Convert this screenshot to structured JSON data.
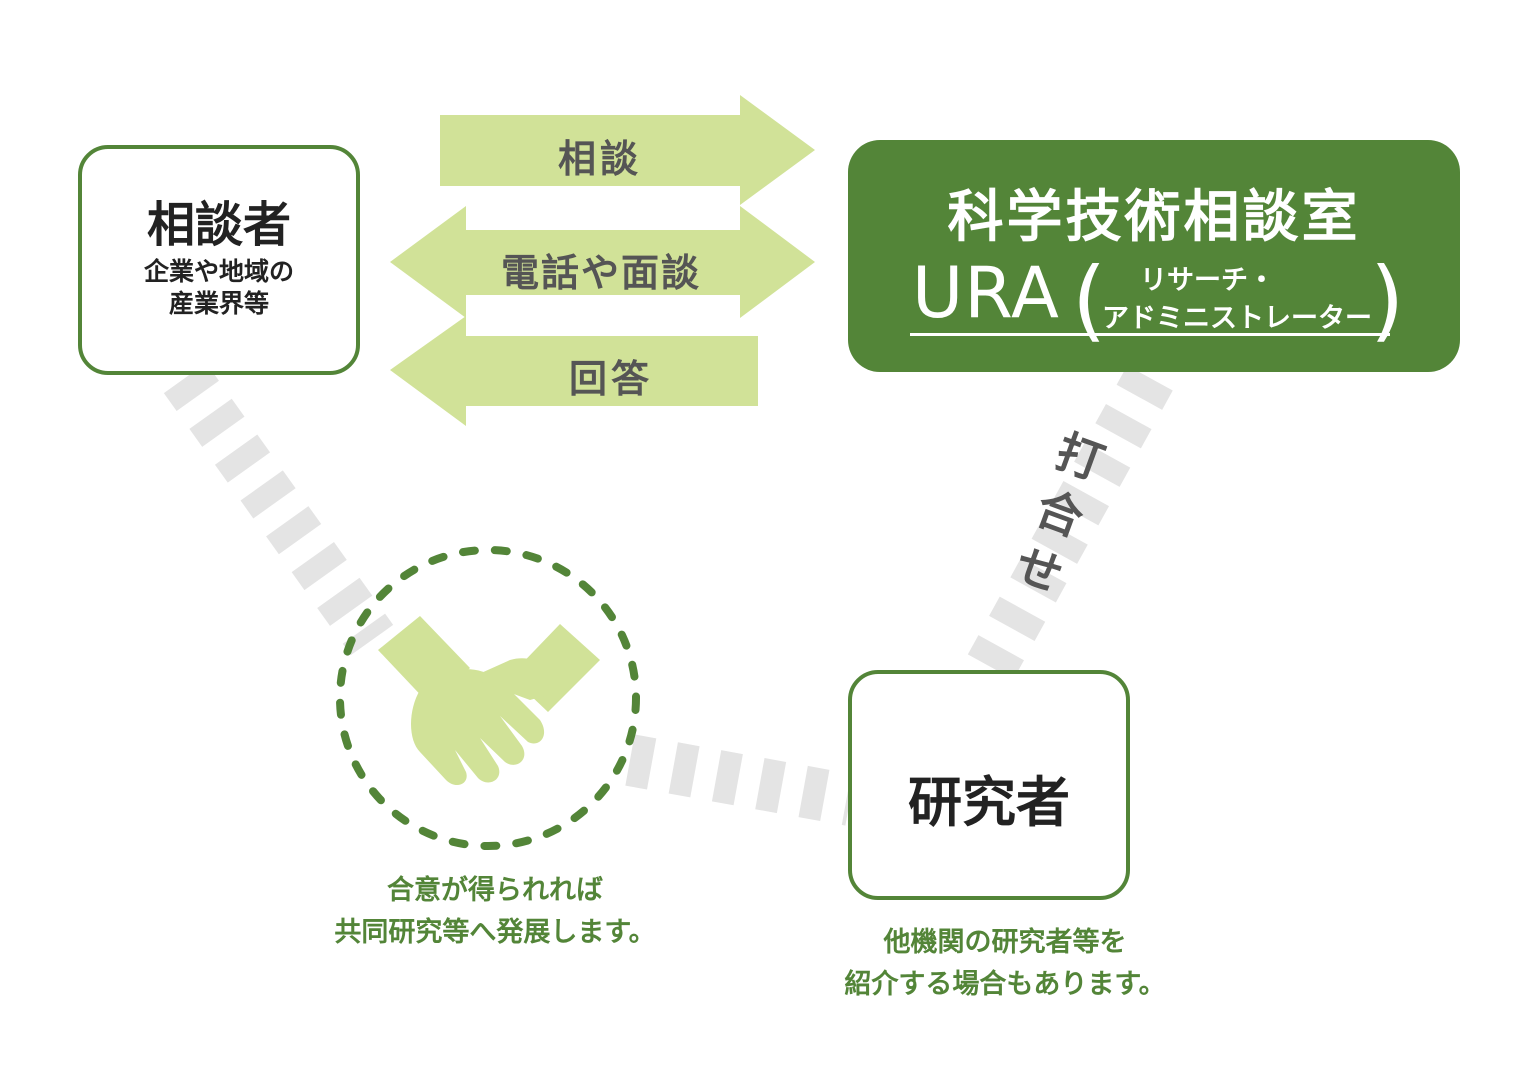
{
  "consulter": {
    "title": "相談者",
    "subtitle_line1": "企業や地域の",
    "subtitle_line2": "産業界等"
  },
  "arrows": {
    "consult": "相談",
    "phone": "電話や面談",
    "answer": "回答"
  },
  "office": {
    "title": "科学技術相談室",
    "ura": "URA",
    "paren_open": "(",
    "paren_close": ")",
    "ura_line1": "リサーチ・",
    "ura_line2": "アドミニストレーター"
  },
  "meeting": {
    "char1": "打",
    "char2": "合",
    "char3": "せ"
  },
  "researcher": {
    "title": "研究者"
  },
  "captions": {
    "agreement_line1": "合意が得られれば",
    "agreement_line2": "共同研究等へ発展します。",
    "intro_line1": "他機関の研究者等を",
    "intro_line2": "紹介する場合もあります。"
  },
  "colors": {
    "dark_green": "#538538",
    "light_green": "#d1e298",
    "gray": "#e4e4e4",
    "text": "#222222"
  }
}
